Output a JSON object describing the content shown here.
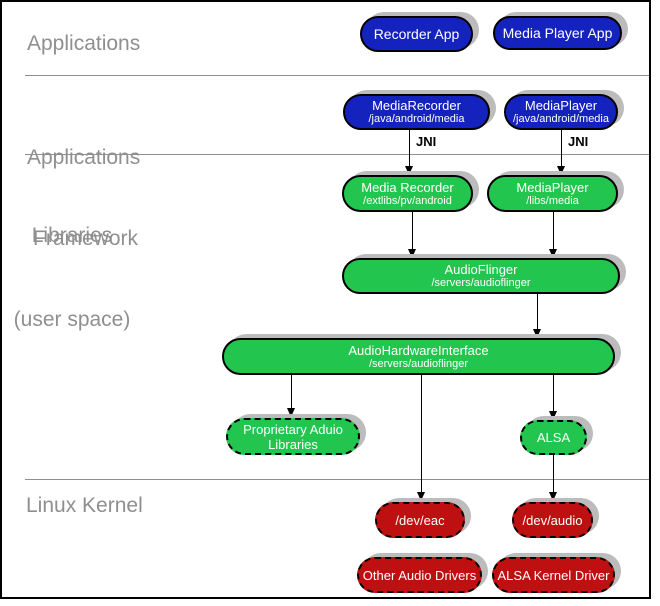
{
  "colors": {
    "app_blue": "#1523be",
    "lib_green": "#22c64e",
    "kernel_red": "#be1010",
    "shadow_gray": "#bcbcbc",
    "label_gray": "#8f8f8f",
    "connector_black": "#000000"
  },
  "layers": {
    "applications": "Applications",
    "framework_line1": "Applications",
    "framework_line2": "Framework",
    "libraries_line1": "Libraries",
    "libraries_line2": "(user space)",
    "kernel": "Linux Kernel"
  },
  "edges": {
    "jni_left": "JNI",
    "jni_right": "JNI"
  },
  "nodes": {
    "recorder_app": {
      "title": "Recorder App"
    },
    "media_player_app": {
      "title": "Media Player App"
    },
    "media_recorder_fw": {
      "title": "MediaRecorder",
      "subtitle": "/java/android/media"
    },
    "media_player_fw": {
      "title": "MediaPlayer",
      "subtitle": "/java/android/media"
    },
    "media_recorder_lib": {
      "title": "Media Recorder",
      "subtitle": "/extlibs/pv/android"
    },
    "media_player_lib": {
      "title": "MediaPlayer",
      "subtitle": "/libs/media"
    },
    "audio_flinger": {
      "title": "AudioFlinger",
      "subtitle": "/servers/audioflinger"
    },
    "audio_hardware_interface": {
      "title": "AudioHardwareInterface",
      "subtitle": "/servers/audioflinger"
    },
    "proprietary_audio_libraries": {
      "line1": "Proprietary Aduio",
      "line2": "Libraries"
    },
    "alsa": {
      "title": "ALSA"
    },
    "dev_eac": {
      "title": "/dev/eac"
    },
    "dev_audio": {
      "title": "/dev/audio"
    },
    "other_audio_drivers": {
      "title": "Other Audio Drivers"
    },
    "alsa_kernel_driver": {
      "title": "ALSA Kernel Driver"
    }
  }
}
